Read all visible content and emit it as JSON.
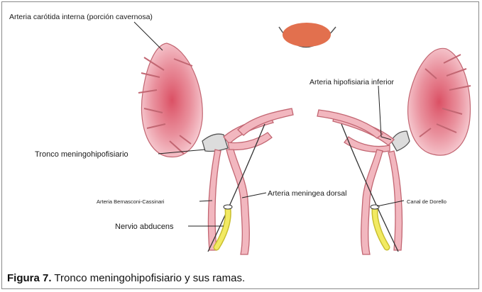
{
  "labels": {
    "carotid": "Arteria carótida interna (porción cavernosa)",
    "hypophyseal": "Arteria hipofisiaria inferior",
    "trunk": "Tronco meningohipofisiario",
    "bernasconi": "Arteria Bernasconi-Cassinari",
    "dorsal_meningeal": "Arteria meningea dorsal",
    "dorello": "Canal de Dorello",
    "abducens": "Nervio abducens"
  },
  "caption": {
    "figure_number": "Figura 7.",
    "text": " Tronco meningohipofisiario y sus ramas."
  },
  "colors": {
    "artery_fill": "#f2b7bf",
    "artery_stroke": "#c26672",
    "carotid_center": "#d9475c",
    "pituitary": "#e2704e",
    "nerve": "#f2ea62"
  }
}
